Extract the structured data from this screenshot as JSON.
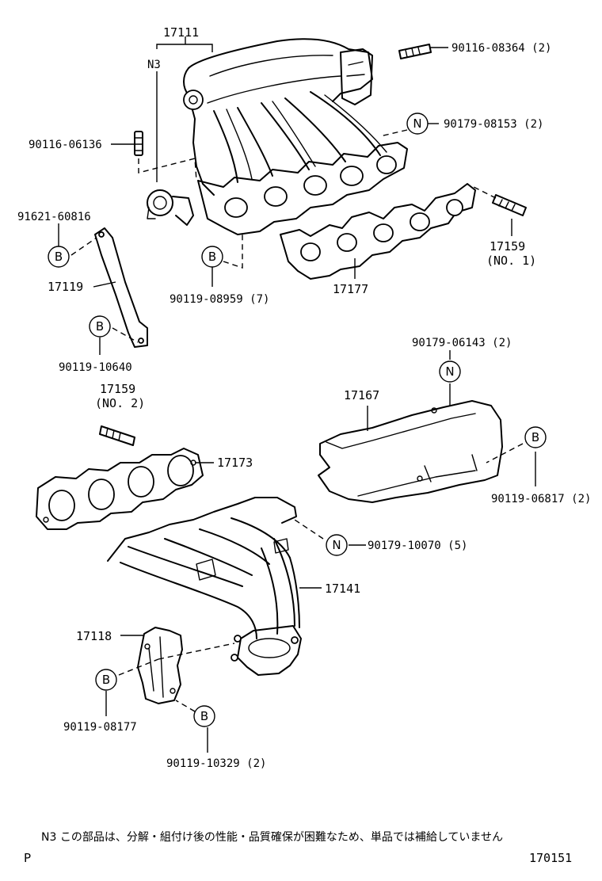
{
  "labels": {
    "p17111": "17111",
    "n3_mark": "N3",
    "p90116_08364": "90116-08364 (2)",
    "p90179_08153": "90179-08153 (2)",
    "p90116_06136": "90116-06136",
    "p91621_60816": "91621-60816",
    "p17119": "17119",
    "p90119_08959": "90119-08959 (7)",
    "p17177": "17177",
    "p17159_no1": "17159",
    "p17159_no1_sub": "(NO. 1)",
    "p90119_10640": "90119-10640",
    "p90179_06143": "90179-06143 (2)",
    "p17167": "17167",
    "p17159_no2": "17159",
    "p17159_no2_sub": "(NO. 2)",
    "p17173": "17173",
    "p90119_06817": "90119-06817 (2)",
    "p90179_10070": "90179-10070 (5)",
    "p17141": "17141",
    "p17118": "17118",
    "p90119_08177": "90119-08177",
    "p90119_10329": "90119-10329 (2)"
  },
  "symbols": {
    "N": "N",
    "B": "B"
  },
  "footnote": "N3  この部品は、分解・組付け後の性能・品質確保が困難なため、単品では補給していません",
  "page_letter": "P",
  "figure_number": "170151"
}
